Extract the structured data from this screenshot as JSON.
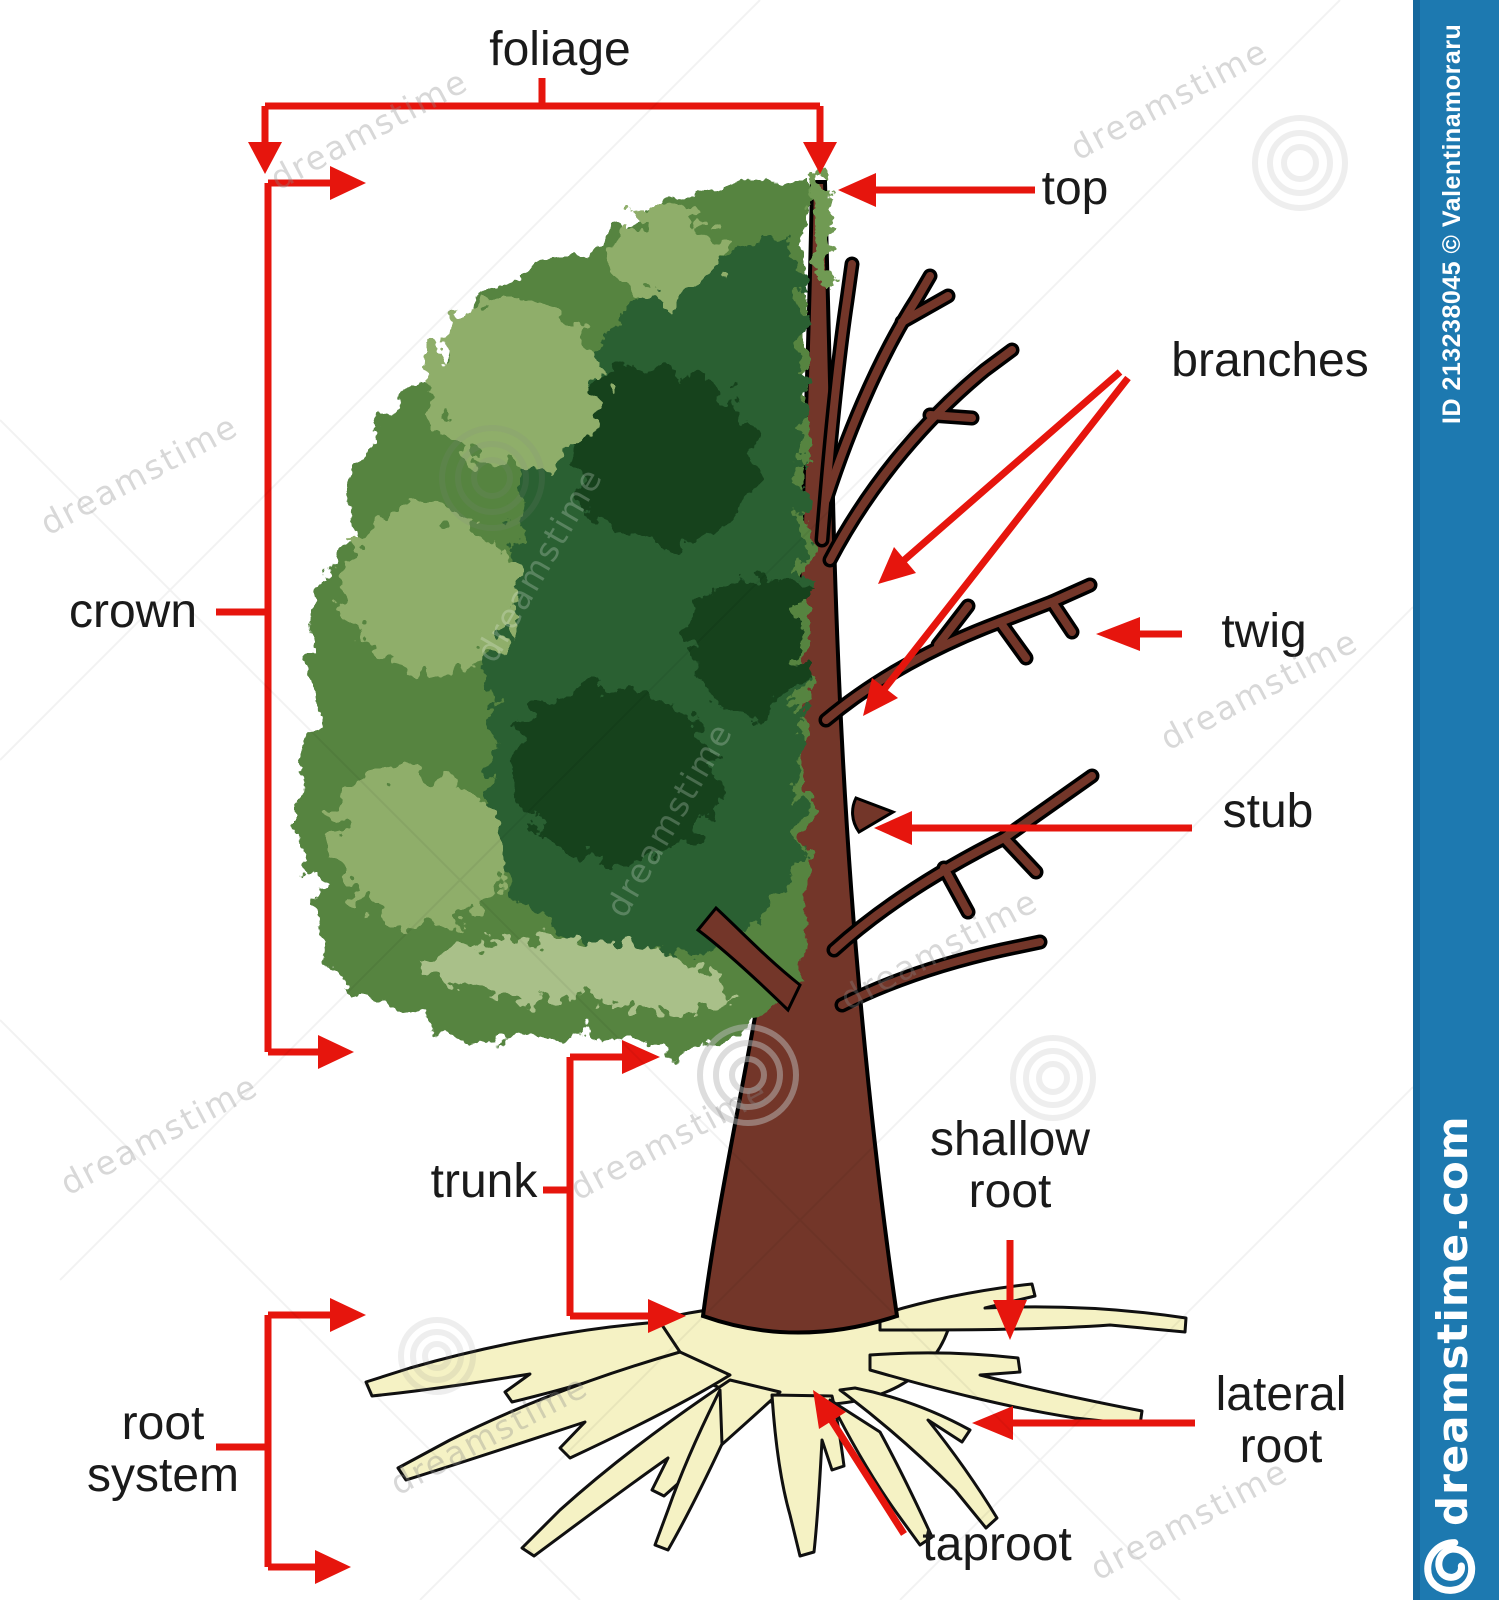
{
  "labels": {
    "foliage": "foliage",
    "top": "top",
    "branches": "branches",
    "twig": "twig",
    "stub": "stub",
    "crown": "crown",
    "trunk": "trunk",
    "shallow_root": "shallow root",
    "lateral_root": "lateral root",
    "root_system": "root system",
    "taproot": "taproot"
  },
  "watermark": {
    "text": "dreamstime"
  },
  "sidebar": {
    "id_text": "ID 213238045 © Valentinamoraru",
    "brand": "dreamstime.com"
  },
  "colors": {
    "annotation_red": "#e6150d",
    "sidebar_blue": "#1d79b0",
    "sidebar_blue_dark": "#15689d",
    "canopy_mid_green": "#568441",
    "canopy_dark_green": "#2c6131",
    "canopy_darkest_green": "#16421f",
    "canopy_light_green": "#8fae6b",
    "trunk_brown": "#733629",
    "root_cream": "#f5f2c4",
    "label_black": "#1a1a1a"
  }
}
